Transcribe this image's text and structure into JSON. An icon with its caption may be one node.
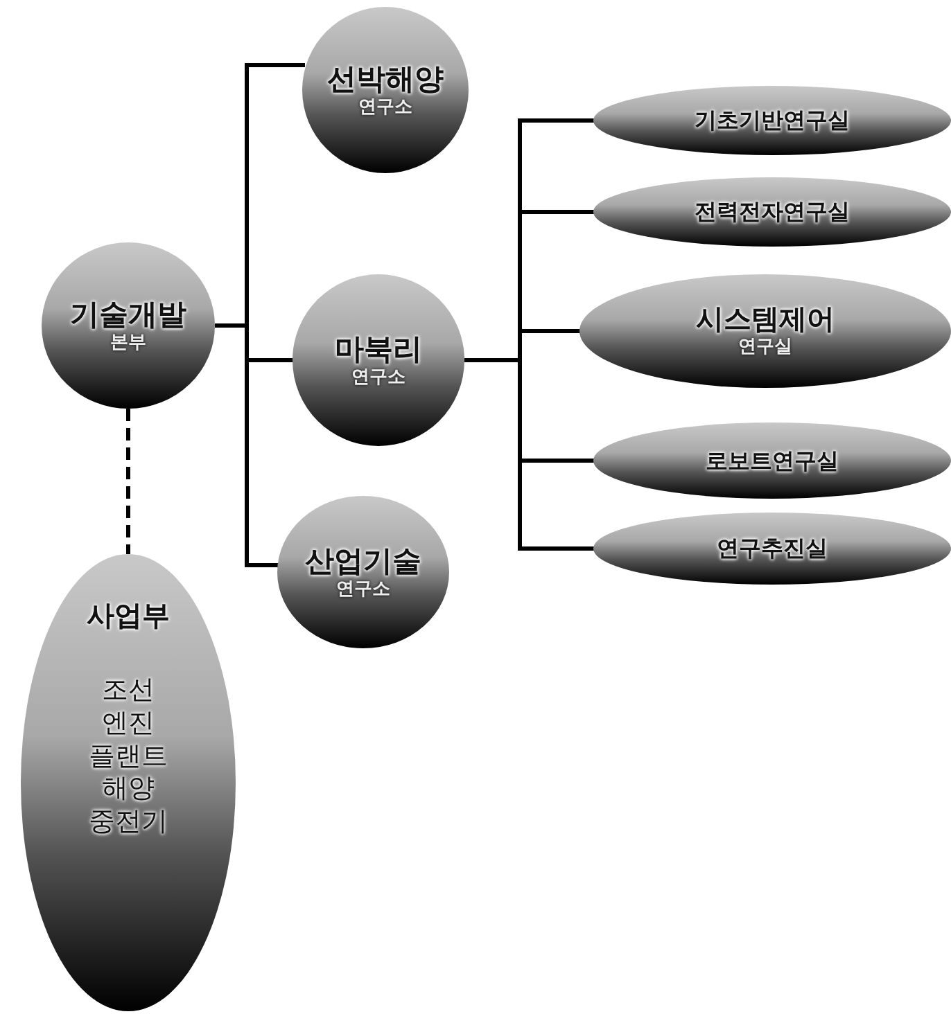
{
  "diagram": {
    "nodes": [
      {
        "text": [
          "기술개발",
          "본부"
        ]
      },
      {
        "text": [
          "선박해양",
          "연구소"
        ]
      },
      {
        "text": [
          "마북리",
          "연구소"
        ]
      },
      {
        "text": [
          "산업기술",
          "연구소"
        ]
      },
      {
        "text": [
          "사업부",
          "조선",
          "엔진",
          "플랜트",
          "해양",
          "중전기"
        ]
      },
      {
        "text": [
          "기초기반연구실"
        ]
      },
      {
        "text": [
          "전력전자연구실"
        ]
      },
      {
        "text": [
          "시스템제어",
          "연구실"
        ]
      },
      {
        "text": [
          "로보트연구실"
        ]
      },
      {
        "text": [
          "연구추진실"
        ]
      }
    ],
    "edges": [
      {
        "from": 0,
        "to": 1,
        "arrow": "none"
      },
      {
        "from": 0,
        "to": 2,
        "arrow": "none"
      },
      {
        "from": 0,
        "to": 3,
        "arrow": "none"
      },
      {
        "from": 0,
        "to": 4,
        "arrow": "none",
        "style": "dashed"
      },
      {
        "from": 2,
        "to": 5,
        "arrow": "none"
      },
      {
        "from": 2,
        "to": 6,
        "arrow": "none"
      },
      {
        "from": 2,
        "to": 7,
        "arrow": "none"
      },
      {
        "from": 2,
        "to": 8,
        "arrow": "none"
      },
      {
        "from": 2,
        "to": 9,
        "arrow": "none"
      }
    ]
  }
}
